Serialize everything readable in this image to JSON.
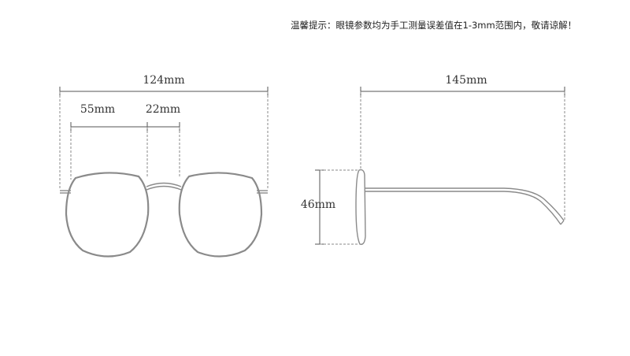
{
  "notice": "温馨提示：眼镜参数均为手工测量误差值在1-3mm范围内，敬请谅解！",
  "dimensions": {
    "total_width": "124mm",
    "lens_width": "55mm",
    "bridge_width": "22mm",
    "temple_length": "145mm",
    "lens_height": "46mm"
  }
}
